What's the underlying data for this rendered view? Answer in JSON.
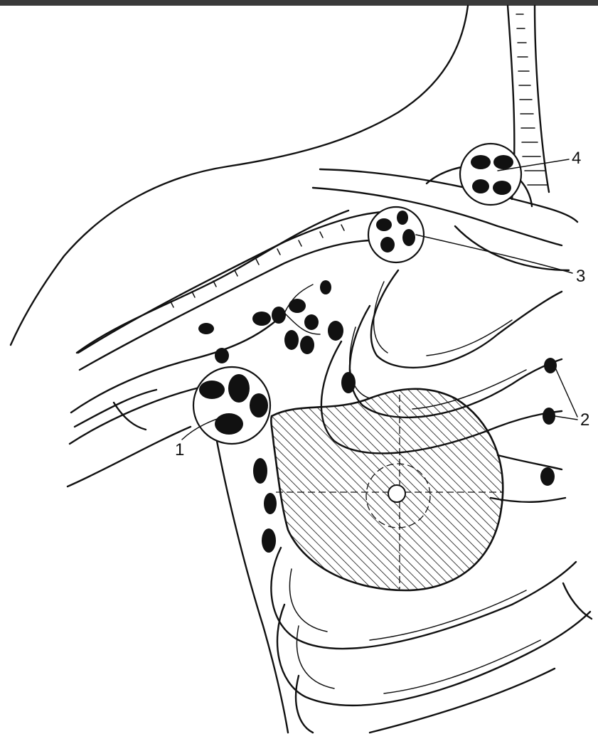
{
  "diagram": {
    "callouts": [
      {
        "id": "1",
        "text": "1"
      },
      {
        "id": "2",
        "text": "2"
      },
      {
        "id": "3",
        "text": "3"
      },
      {
        "id": "4",
        "text": "4"
      }
    ],
    "colors": {
      "ink": "#111111",
      "background": "#ffffff",
      "top_bar": "#3a3a3a"
    }
  }
}
